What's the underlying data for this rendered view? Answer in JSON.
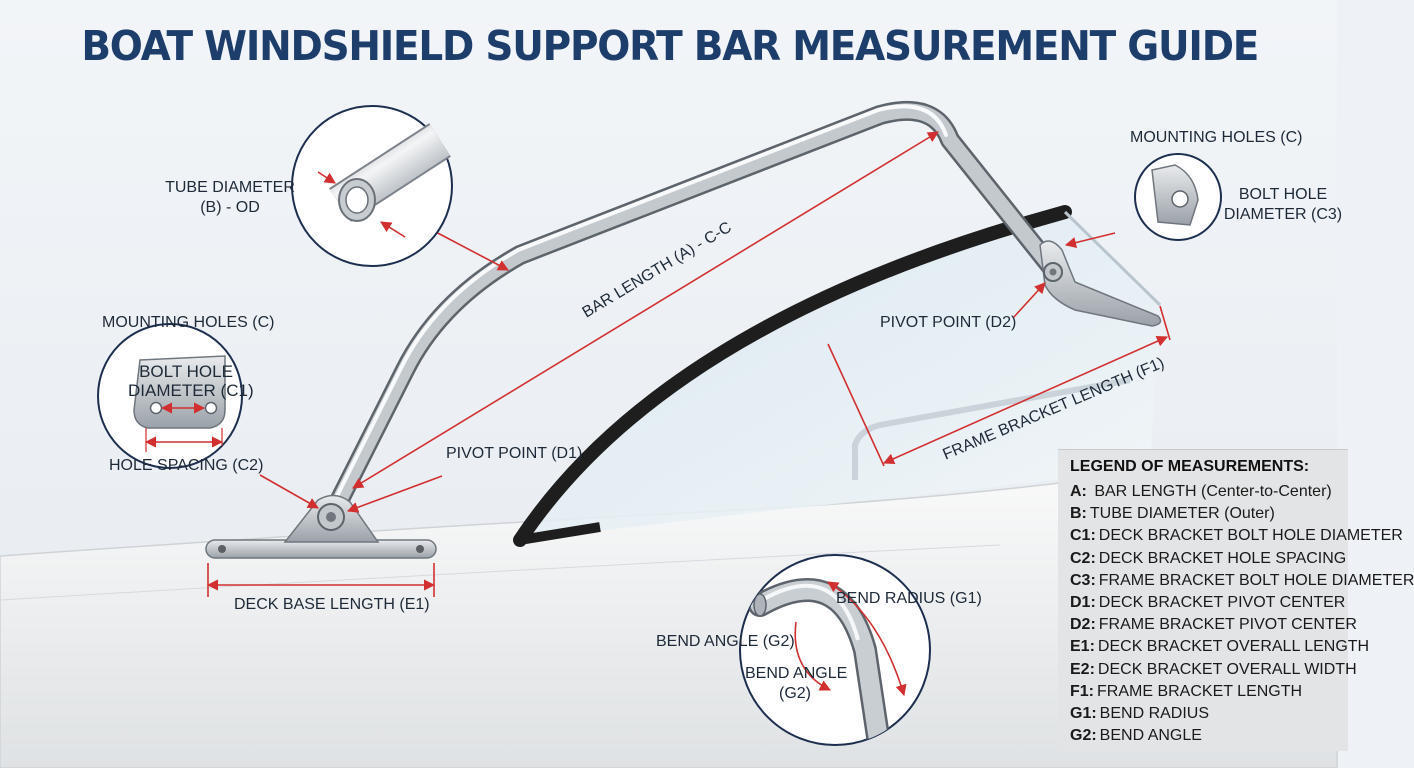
{
  "title": "BOAT WINDSHIELD SUPPORT BAR MEASUREMENT GUIDE",
  "labels": {
    "tube_diameter_1": "TUBE DIAMETER",
    "tube_diameter_2": "(B) - OD",
    "mounting_holes_left": "MOUNTING HOLES (C)",
    "bolt_hole_left_1": "BOLT HOLE",
    "bolt_hole_left_2": "DIAMETER (C1)",
    "hole_spacing": "HOLE SPACING (C2)",
    "pivot_d1": "PIVOT POINT (D1)",
    "deck_base_length": "DECK BASE LENGTH (E1)",
    "bar_length": "BAR LENGTH (A) - C-C",
    "mounting_holes_right": "MOUNTING HOLES (C)",
    "bolt_hole_right_1": "BOLT HOLE",
    "bolt_hole_right_2": "DIAMETER (C3)",
    "pivot_d2": "PIVOT POINT (D2)",
    "frame_bracket_length": "FRAME BRACKET LENGTH (F1)",
    "bend_radius": "BEND RADIUS (G1)",
    "bend_angle_outer": "BEND ANGLE (G2)",
    "bend_angle_inner_1": "BEND ANGLE",
    "bend_angle_inner_2": "(G2)"
  },
  "legend": {
    "title": "LEGEND OF MEASUREMENTS:",
    "items": [
      {
        "key": "A:",
        "text": " BAR LENGTH (Center-to-Center)"
      },
      {
        "key": "B:",
        "text": "TUBE DIAMETER (Outer)"
      },
      {
        "key": "C1:",
        "text": "DECK BRACKET BOLT HOLE DIAMETER"
      },
      {
        "key": "C2:",
        "text": "DECK BRACKET HOLE SPACING"
      },
      {
        "key": "C3:",
        "text": "FRAME BRACKET BOLT HOLE DIAMETER"
      },
      {
        "key": "D1:",
        "text": "DECK BRACKET PIVOT CENTER"
      },
      {
        "key": "D2:",
        "text": "FRAME BRACKET PIVOT CENTER"
      },
      {
        "key": "E1:",
        "text": "DECK BRACKET OVERALL LENGTH"
      },
      {
        "key": "E2:",
        "text": "DECK BRACKET OVERALL WIDTH"
      },
      {
        "key": "F1:",
        "text": "FRAME BRACKET LENGTH"
      },
      {
        "key": "G1:",
        "text": "BEND RADIUS"
      },
      {
        "key": "G2:",
        "text": "BEND ANGLE"
      }
    ]
  },
  "colors": {
    "title": "#1d3d6b",
    "dimension_line": "#d23030",
    "callout_circle": "#1d2f4f",
    "windshield_frame": "#1e1e1e"
  }
}
